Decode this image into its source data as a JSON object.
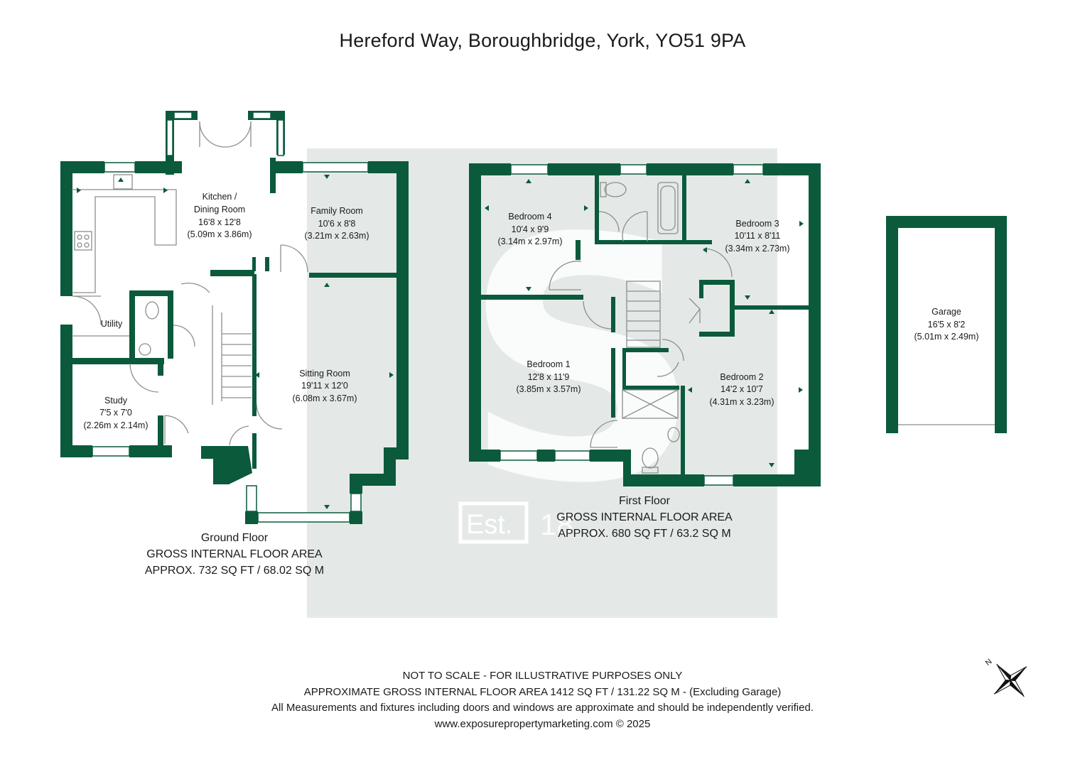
{
  "title": "Hereford Way, Boroughbridge, York, YO51 9PA",
  "colors": {
    "wall": "#0b5a3c",
    "watermark": "#e4e9e7",
    "watermark_mark": "#ffffff",
    "fixture": "#8a8f8c",
    "text": "#1a1a1a"
  },
  "watermark": {
    "letter": "S",
    "badge_text": "Est.",
    "year_text": "18..."
  },
  "rooms": [
    {
      "id": "kitchen",
      "name": "Kitchen /",
      "name2": "Dining Room",
      "imperial": "16'8 x 12'8",
      "metric": "(5.09m x 3.86m)"
    },
    {
      "id": "family",
      "name": "Family Room",
      "imperial": "10'6 x 8'8",
      "metric": "(3.21m x 2.63m)"
    },
    {
      "id": "utility",
      "name": "Utility"
    },
    {
      "id": "study",
      "name": "Study",
      "imperial": "7'5 x 7'0",
      "metric": "(2.26m x 2.14m)"
    },
    {
      "id": "sitting",
      "name": "Sitting Room",
      "imperial": "19'11 x 12'0",
      "metric": "(6.08m x 3.67m)"
    },
    {
      "id": "bedroom4",
      "name": "Bedroom 4",
      "imperial": "10'4 x 9'9",
      "metric": "(3.14m x 2.97m)"
    },
    {
      "id": "bedroom3",
      "name": "Bedroom 3",
      "imperial": "10'11 x 8'11",
      "metric": "(3.34m x 2.73m)"
    },
    {
      "id": "bedroom1",
      "name": "Bedroom 1",
      "imperial": "12'8 x 11'9",
      "metric": "(3.85m x 3.57m)"
    },
    {
      "id": "bedroom2",
      "name": "Bedroom 2",
      "imperial": "14'2 x 10'7",
      "metric": "(4.31m x 3.23m)"
    },
    {
      "id": "garage",
      "name": "Garage",
      "imperial": "16'5 x 8'2",
      "metric": "(5.01m x 2.49m)"
    }
  ],
  "ground_floor": {
    "name": "Ground Floor",
    "area_label": "GROSS INTERNAL FLOOR AREA",
    "area_value": "APPROX. 732 SQ FT / 68.02 SQ M"
  },
  "first_floor": {
    "name": "First Floor",
    "area_label": "GROSS INTERNAL FLOOR AREA",
    "area_value": "APPROX. 680 SQ FT / 63.2 SQ M"
  },
  "footer": {
    "line1": "NOT TO SCALE - FOR ILLUSTRATIVE PURPOSES ONLY",
    "line2": "APPROXIMATE GROSS INTERNAL FLOOR AREA 1412 SQ FT / 131.22 SQ M - (Excluding Garage)",
    "line3": "All Measurements and fixtures including doors and windows are approximate and should be independently verified.",
    "line4": "www.exposurepropertymarketing.com © 2025"
  },
  "compass": {
    "north_label": "N",
    "icon": "compass-star-icon"
  }
}
